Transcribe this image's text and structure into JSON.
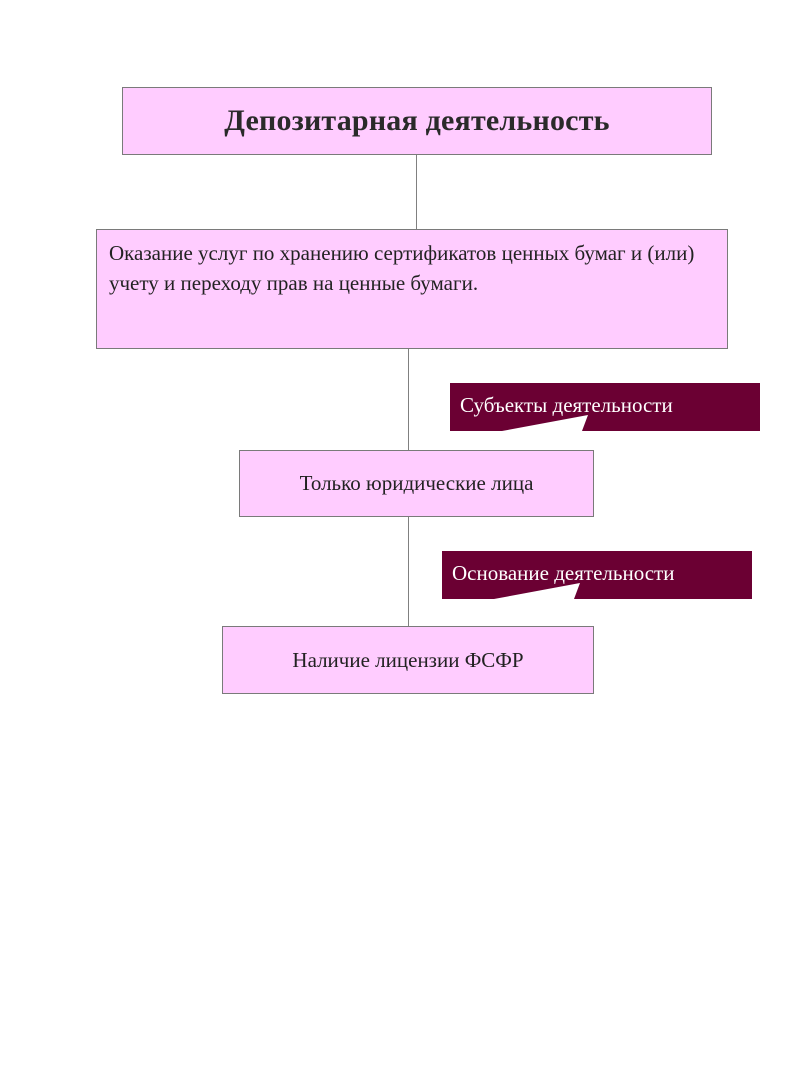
{
  "diagram": {
    "title": "Депозитарная деятельность",
    "description": "Оказание услуг по хранению сертификатов ценных бумаг и (или) учету и переходу прав на ценные бумаги.",
    "subjects_label": "Субъекты деятельности",
    "subjects_value": "Только юридические лица",
    "basis_label": "Основание деятельности",
    "basis_value": "Наличие лицензии ФСФР"
  },
  "colors": {
    "box_fill": "#ffccff",
    "box_border": "#7a7a7a",
    "callout_fill": "#6b0033",
    "connector": "#808080"
  }
}
